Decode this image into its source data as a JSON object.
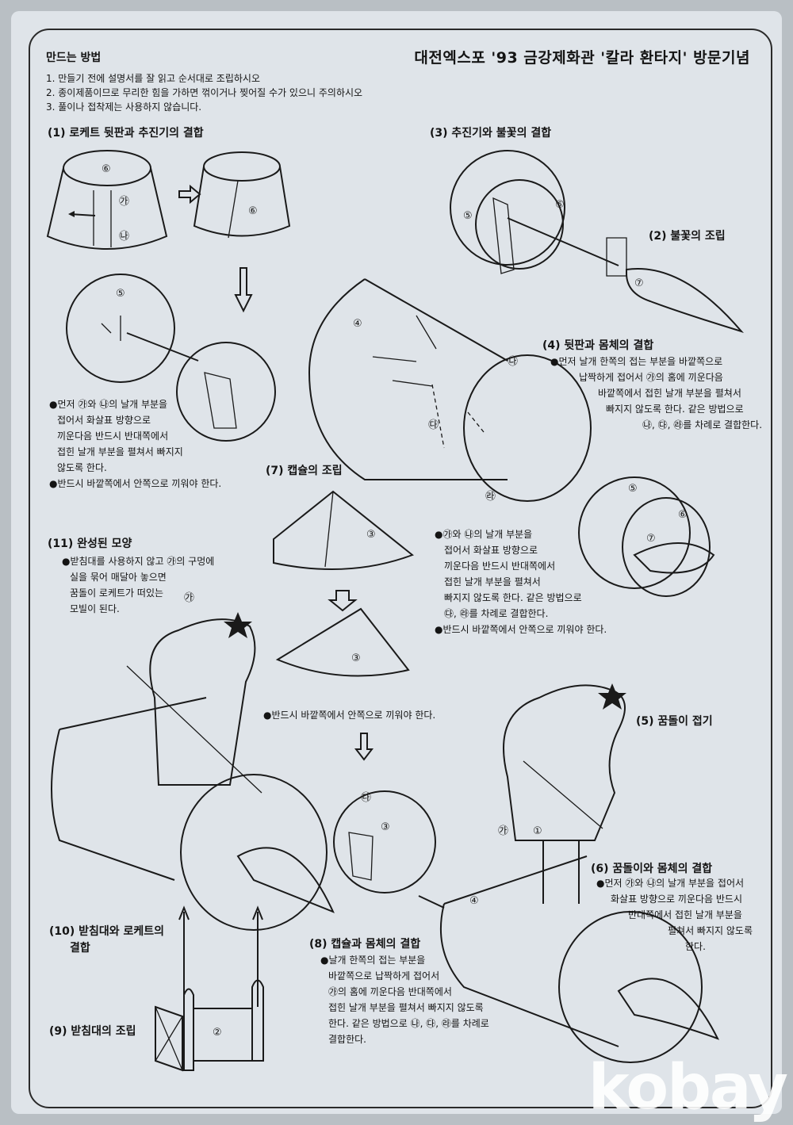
{
  "header": {
    "title": "대전엑스포 '93  금강제화관 '칼라 환타지' 방문기념"
  },
  "howto": {
    "title": "만드는 방법",
    "lines": [
      "1. 만들기 전에 설명서를 잘 읽고 순서대로 조립하시오",
      "2. 종이제품이므로 무리한 힘을 가하면 꺾이거나 찢어질 수가 있으니 주의하시오",
      "3. 풀이나 접착제는 사용하지 않습니다."
    ]
  },
  "steps": {
    "s1": {
      "title": "(1) 로케트 뒷판과 추진기의 결합",
      "note": [
        "●먼저 ㉮와 ㉯의 날개 부분을",
        "접어서 화살표 방향으로",
        "끼운다음 반드시 반대쪽에서",
        "접힌 날개 부분을 펼쳐서 빠지지",
        "않도록 한다.",
        "●반드시 바깥쪽에서 안쪽으로 끼워야 한다."
      ]
    },
    "s2": {
      "title": "(2) 불꽃의 조립"
    },
    "s3": {
      "title": "(3) 추진기와 불꽃의 결합"
    },
    "s4": {
      "title": "(4) 뒷판과 몸체의 결합",
      "note": [
        "●먼저 날개 한쪽의 접는 부분을 바깥쪽으로",
        "납짝하게 접어서 ㉮의 홈에 끼운다음",
        "바깥쪽에서  접힌 날개 부분을 펼쳐서",
        "빠지지 않도록 한다. 같은 방법으로",
        "㉯, ㉰, ㉱를 차례로 결합한다."
      ]
    },
    "s4b": {
      "note": [
        "●㉮와 ㉯의 날개 부분을",
        "접어서 화살표 방향으로",
        "끼운다음 반드시 반대쪽에서",
        "접힌 날개 부분을 펼쳐서",
        "빠지지 않도록 한다. 같은 방법으로",
        "㉰, ㉱를 차례로 결합한다.",
        "●반드시 바깥쪽에서 안쪽으로 끼워야 한다."
      ]
    },
    "s5": {
      "title": "(5) 꿈돌이 접기"
    },
    "s6": {
      "title": "(6) 꿈돌이와 몸체의 결합",
      "note": [
        "●먼저 ㉮와 ㉯의 날개 부분을 접어서",
        "화살표 방향으로 끼운다음 반드시",
        "반대쪽에서 접힌 날개 부분을",
        "펼쳐서 빠지지 않도록",
        "한다."
      ]
    },
    "s7": {
      "title": "(7) 캡슐의 조립",
      "note": [
        "●반드시 바깥쪽에서 안쪽으로 끼워야 한다."
      ]
    },
    "s8": {
      "title": "(8) 캡슐과 몸체의 결합",
      "note": [
        "●날개 한쪽의 접는 부분을",
        "바깥쪽으로 납짝하게 접어서",
        "㉮의 홈에 끼운다음 반대쪽에서",
        "접힌 날개 부분을 펼쳐서 빠지지 않도록",
        "한다. 같은 방법으로 ㉯, ㉰, ㉱를 차례로",
        "결합한다."
      ]
    },
    "s9": {
      "title": "(9) 받침대의 조립"
    },
    "s10": {
      "title_line1": "(10) 받침대와 로케트의",
      "title_line2": "결합"
    },
    "s11": {
      "title": "(11) 완성된 모양",
      "note": [
        "●받침대를 사용하지 않고 ㉮의 구멍에",
        "실을 묶어 매달아 놓으면",
        "꿈돌이 로케트가 떠있는",
        "모빌이 된다."
      ]
    }
  },
  "diagram_labels": {
    "part1": "①",
    "part2": "②",
    "part3": "③",
    "part4": "④",
    "part5": "⑤",
    "part6": "⑥",
    "part7": "⑦",
    "ga": "㉮",
    "na": "㉯",
    "da": "㉰",
    "ra": "㉱"
  },
  "watermark": "kobay"
}
